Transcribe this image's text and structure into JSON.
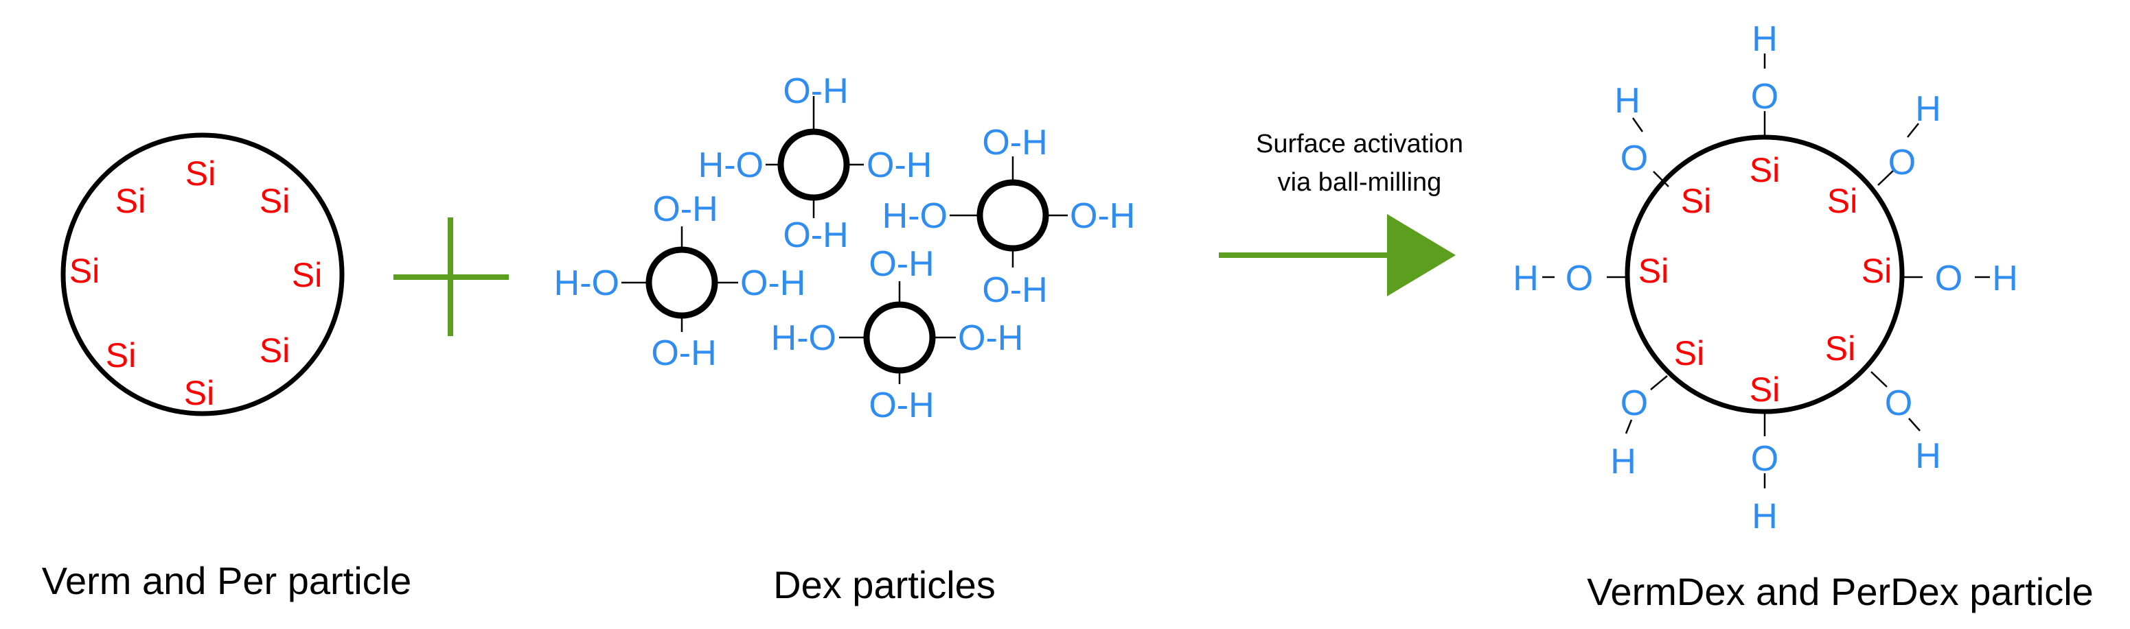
{
  "colors": {
    "silicon": "#ff0000",
    "hydroxyl": "#2f8cf0",
    "arrow": "#5c9e1e",
    "outline": "#000000"
  },
  "labels": {
    "si": "Si",
    "oh_right": "O-H",
    "ho_left": "H-O",
    "o": "O",
    "h": "H"
  },
  "arrow": {
    "label_line1": "Surface activation",
    "label_line2": "via ball-milling"
  },
  "captions": {
    "left": "Verm and Per particle",
    "middle": "Dex particles",
    "right": "VermDex and PerDex particle"
  }
}
